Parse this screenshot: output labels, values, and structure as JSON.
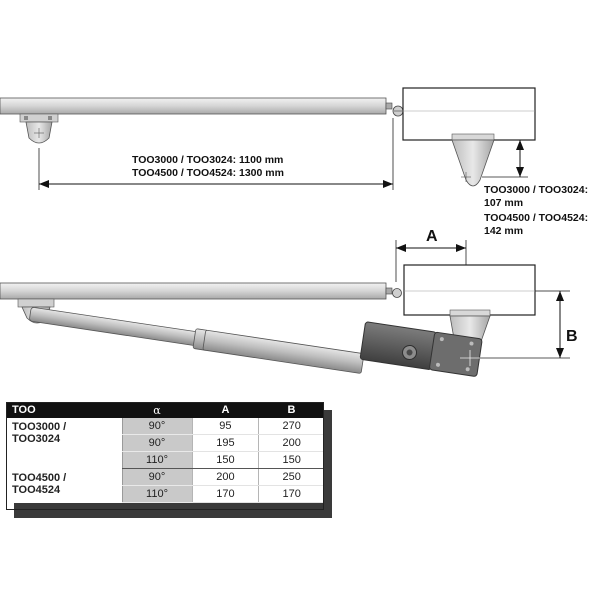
{
  "dimension_top": {
    "line1": "TOO3000 / TOO3024: 1100 mm",
    "line2": "TOO4500 / TOO4524: 1300 mm"
  },
  "dimension_right": {
    "line1": "TOO3000 / TOO3024:",
    "line2": "107 mm",
    "line3": "TOO4500 / TOO4524:",
    "line4": "142 mm"
  },
  "label_a": "A",
  "label_b": "B",
  "table": {
    "headers": [
      "TOO",
      "α",
      "A",
      "B"
    ],
    "groups": [
      {
        "model_line1": "TOO3000 /",
        "model_line2": "TOO3024",
        "rows": [
          {
            "alpha": "90°",
            "a": "95",
            "b": "270"
          },
          {
            "alpha": "90°",
            "a": "195",
            "b": "200"
          },
          {
            "alpha": "110°",
            "a": "150",
            "b": "150"
          }
        ]
      },
      {
        "model_line1": "TOO4500 /",
        "model_line2": "TOO4524",
        "rows": [
          {
            "alpha": "90°",
            "a": "200",
            "b": "250"
          },
          {
            "alpha": "110°",
            "a": "170",
            "b": "170"
          }
        ]
      }
    ]
  }
}
